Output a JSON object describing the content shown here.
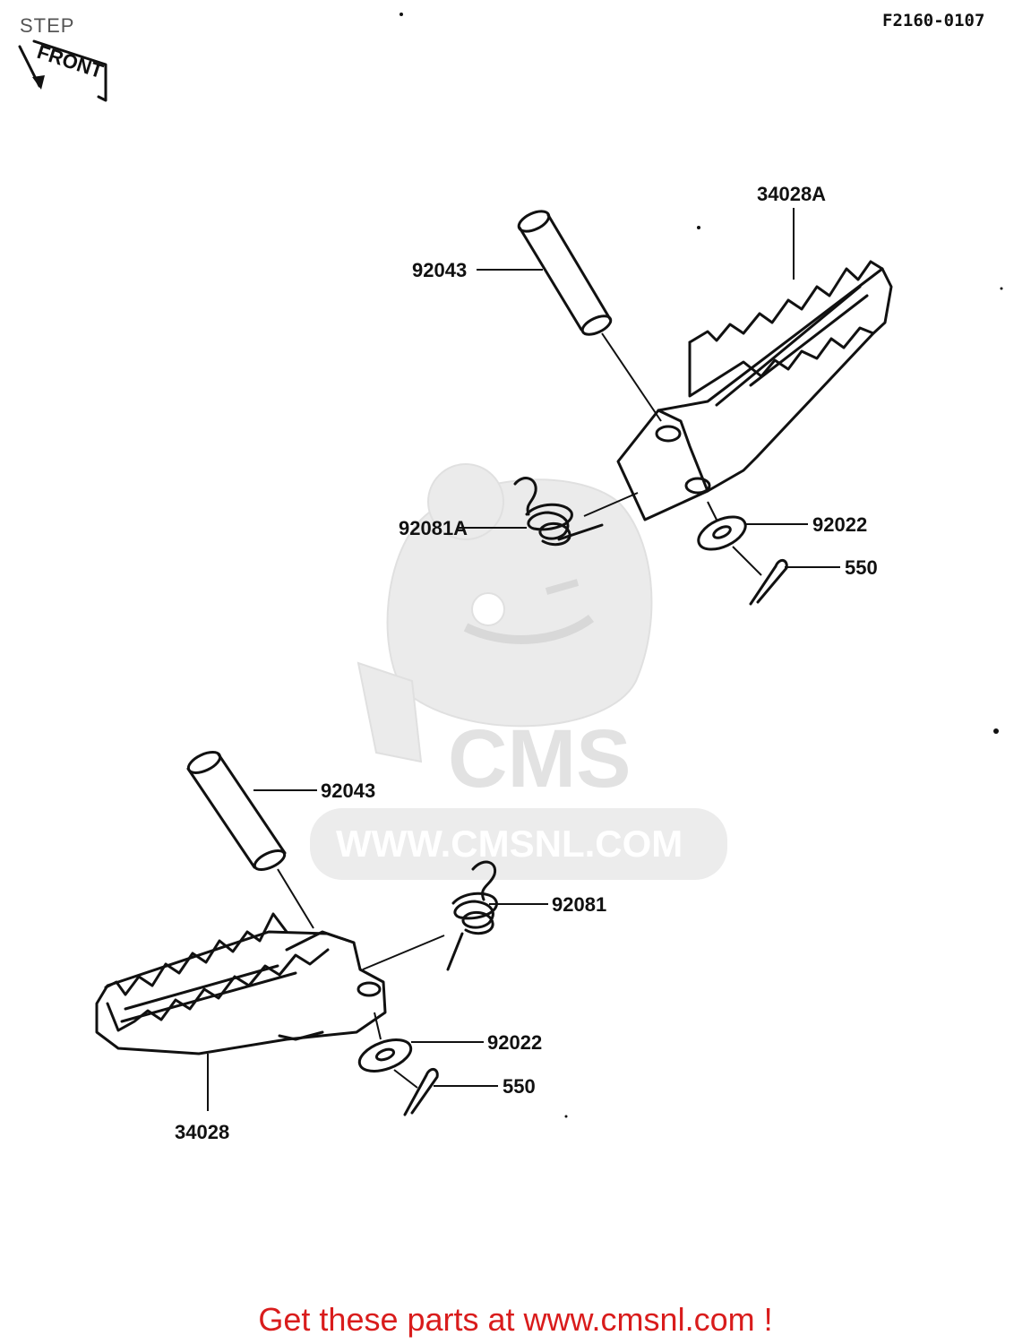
{
  "header": {
    "section_title": "STEP",
    "diagram_code": "F2160-0107"
  },
  "orientation_marker": {
    "label": "FRONT",
    "icon": "arrow-icon"
  },
  "watermark": {
    "logo_text": "CMS",
    "url_text": "WWW.CMSNL.COM",
    "color": "#e2e2e2"
  },
  "parts": {
    "upper_assembly": {
      "footpeg": "34028A",
      "pin": "92043",
      "spring": "92081A",
      "washer": "92022",
      "cotter_pin": "550"
    },
    "lower_assembly": {
      "pin": "92043",
      "spring": "92081",
      "washer": "92022",
      "cotter_pin": "550",
      "footpeg": "34028"
    }
  },
  "footer": {
    "link_text": "Get these parts at www.cmsnl.com !",
    "color": "#d91c1c"
  }
}
